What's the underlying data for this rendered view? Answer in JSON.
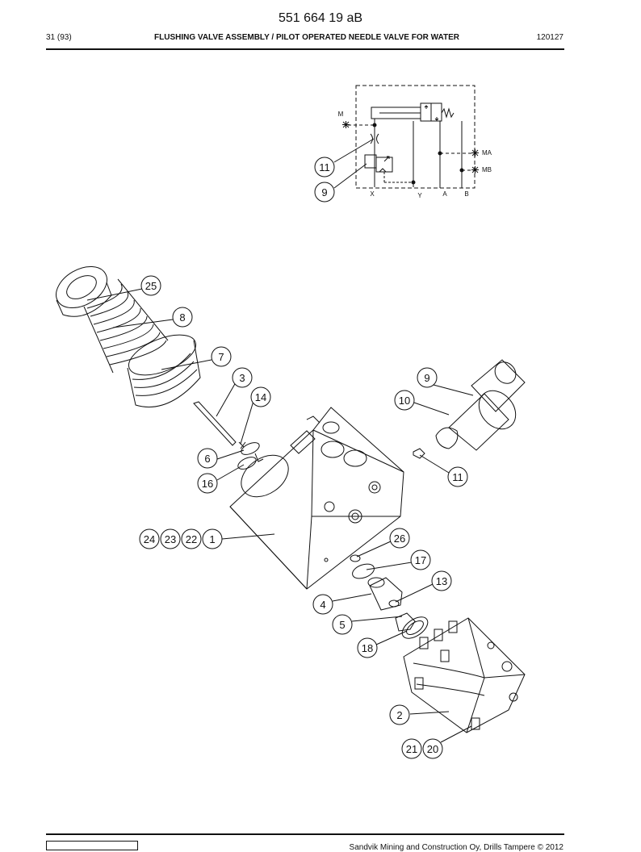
{
  "header": {
    "doc_number": "551 664 19 aB",
    "page_ref": "31 (93)",
    "title": "FLUSHING VALVE ASSEMBLY / PILOT OPERATED NEEDLE VALVE FOR WATER",
    "code": "120127"
  },
  "schematic": {
    "port_m": "M",
    "port_ma": "MA",
    "port_mb": "MB",
    "port_x": "X",
    "port_y": "Y",
    "port_a": "A",
    "port_b": "B",
    "callouts": [
      "11",
      "9"
    ]
  },
  "callouts": {
    "c25": "25",
    "c8": "8",
    "c7": "7",
    "c3": "3",
    "c14": "14",
    "c6": "6",
    "c16": "16",
    "c24": "24",
    "c23": "23",
    "c22": "22",
    "c1": "1",
    "c9": "9",
    "c10": "10",
    "c11": "11",
    "c26": "26",
    "c17": "17",
    "c13": "13",
    "c4": "4",
    "c5": "5",
    "c18": "18",
    "c2": "2",
    "c21": "21",
    "c20": "20"
  },
  "footer": {
    "copyright": "Sandvik Mining and Construction Oy, Drills Tampere © 2012"
  }
}
